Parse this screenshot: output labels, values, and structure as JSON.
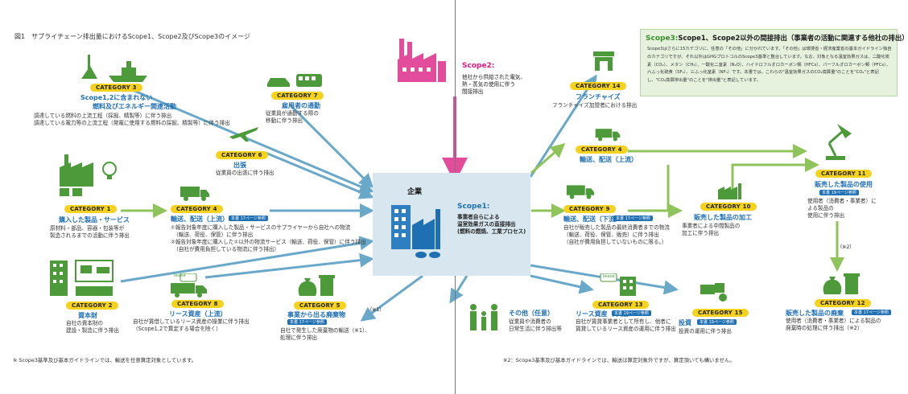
{
  "figure": {
    "title": "図1　サプライチェーン排出量におけるScope1、Scope2及びScope3のイメージ"
  },
  "icons": {
    "lease_tag": "lease"
  },
  "scope3": {
    "label": "Scope3:",
    "heading": "Scope1、Scope2以外の間接排出（事業者の活動に関連する他社の排出）",
    "body": "Scope3はさらに15カテゴリに、任意の「その他」に分かれています。「その他」は環境省・経済産業省の基本ガイドライン独自のカテゴリですが、それ以外はGHGプロトコルのScope3基準と整合しています。なお、対象となる温室効果ガスは、二酸化炭素（CO₂）、メタン（CH₄）、一酸化二窒素（N₂O）、ハイドロフルオロカーボン類（HFCs）、パーフルオロカーボン類（PFCs）、六ふっ化硫黄（SF₆）、三ふっ化窒素（NF₃）です。本書では、これらの\"温室効果ガスのCO₂換算量\"のことを\"CO₂\"と表記し、\"CO₂換算排出量\"のことを\"排出量\"と表記しています。"
  },
  "company": {
    "label": "企業"
  },
  "scope1": {
    "title": "Scope1:",
    "desc": "事業者自らによる\n温室効果ガスの直接排出\n(燃料の燃焼、工業プロセス)"
  },
  "scope2": {
    "title": "Scope2:",
    "desc": "他社から供給された電気、\n熱・蒸気の使用に伴う\n間接排出"
  },
  "categories": {
    "c1": {
      "badge": "CATEGORY 1",
      "title": "購入した製品・サービス",
      "desc": "原材料・部品、容器・包装等が\n製造されるまでの活動に伴う排出"
    },
    "c2": {
      "badge": "CATEGORY 2",
      "title": "資本財",
      "desc": "自社の資本財の\n建設・製造に伴う排出"
    },
    "c3": {
      "badge": "CATEGORY 3",
      "title1": "Scope1,2に含まれない",
      "title2": "燃料及びエネルギー関連活動",
      "desc": "調達している燃料の上流工程（採掘、精製等）に伴う排出\n調達している電力等の上流工程（発電に使用する燃料の採掘、精製等）に伴う排出"
    },
    "c4up": {
      "badge": "CATEGORY 4",
      "title": "輸送、配送（上流）",
      "ref": "本書 17ページ参照",
      "desc": "①報告対象年度に購入した製品・サービスのサプライヤーから自社への物流\n　（輸送、荷役、保管）に伴う排出\n②報告対象年度に購入した①以外の物流サービス（輸送、荷役、保管）に伴う排出\n　（自社が費用負担している物流に伴う排出）"
    },
    "c5": {
      "badge": "CATEGORY 5",
      "title": "事業から出る廃棄物",
      "ref": "本書 17ページ参照",
      "desc": "自社で発生した廃棄物の輸送（※1）、\n処理に伴う排出"
    },
    "c6": {
      "badge": "CATEGORY 6",
      "title": "出張",
      "desc": "従業員の出張に伴う排出"
    },
    "c7": {
      "badge": "CATEGORY 7",
      "title": "雇用者の通勤",
      "desc": "従業員が通勤する際の\n移動に伴う排出"
    },
    "c8": {
      "badge": "CATEGORY 8",
      "title": "リース資産（上流）",
      "desc": "自社が賃借しているリース資産の操業に伴う排出\n（Scope1,2で算定する場合を除く）"
    },
    "c9": {
      "badge": "CATEGORY 9",
      "title": "輸送、配送（下流）",
      "ref": "本書 17ページ参照",
      "desc": "自社が販売した製品の最終消費者までの物流\n（輸送、荷役、保管、販売）に伴う排出\n（自社が費用負担していないものに限る。）"
    },
    "c10": {
      "badge": "CATEGORY 10",
      "title": "販売した製品の加工",
      "desc": "事業者による中間製品の\n加工に伴う排出"
    },
    "c11": {
      "badge": "CATEGORY 11",
      "title": "販売した製品の使用",
      "ref": "本書 19ページ参照",
      "desc": "使用者（消費者・事業者）に\nよる製品の\n使用に伴う排出"
    },
    "c12": {
      "badge": "CATEGORY 12",
      "title": "販売した製品の廃棄",
      "ref": "本書 17ページ参照",
      "desc": "使用者（消費者・事業者）による製品の\n廃棄時の処理に伴う排出（※2）"
    },
    "c13": {
      "badge": "CATEGORY 13",
      "title": "リース資産（下流）",
      "ref": "本書 19ページ参照",
      "desc": "自社が賃貸事業者として所有し、他者に\n賃貸しているリース資産の運用に伴う排出"
    },
    "c14": {
      "badge": "CATEGORY 14",
      "title": "フランチャイズ",
      "desc": "フランチャイズ加盟者における排出"
    },
    "c4down": {
      "badge": "CATEGORY 4",
      "title": "輸送、配送（上流）"
    },
    "c15": {
      "badge": "CATEGORY 15",
      "title": "投資",
      "ref": "本書 19ページ参照",
      "desc": "投資の運用に伴う排出"
    }
  },
  "other": {
    "title": "その他（任意）",
    "desc": "従業員や消費者の\n日常生活に伴う排出等"
  },
  "notes": {
    "marker1": "（※1）",
    "marker2": "（※2）",
    "footnote1": "※ Scope3基準及び基本ガイドラインでは、輸送を任意算定対象としています。",
    "footnote2": "※2：Scope3基準及び基本ガイドラインでは、輸送は算定対象外ですが、算定頂いても構いません。"
  }
}
